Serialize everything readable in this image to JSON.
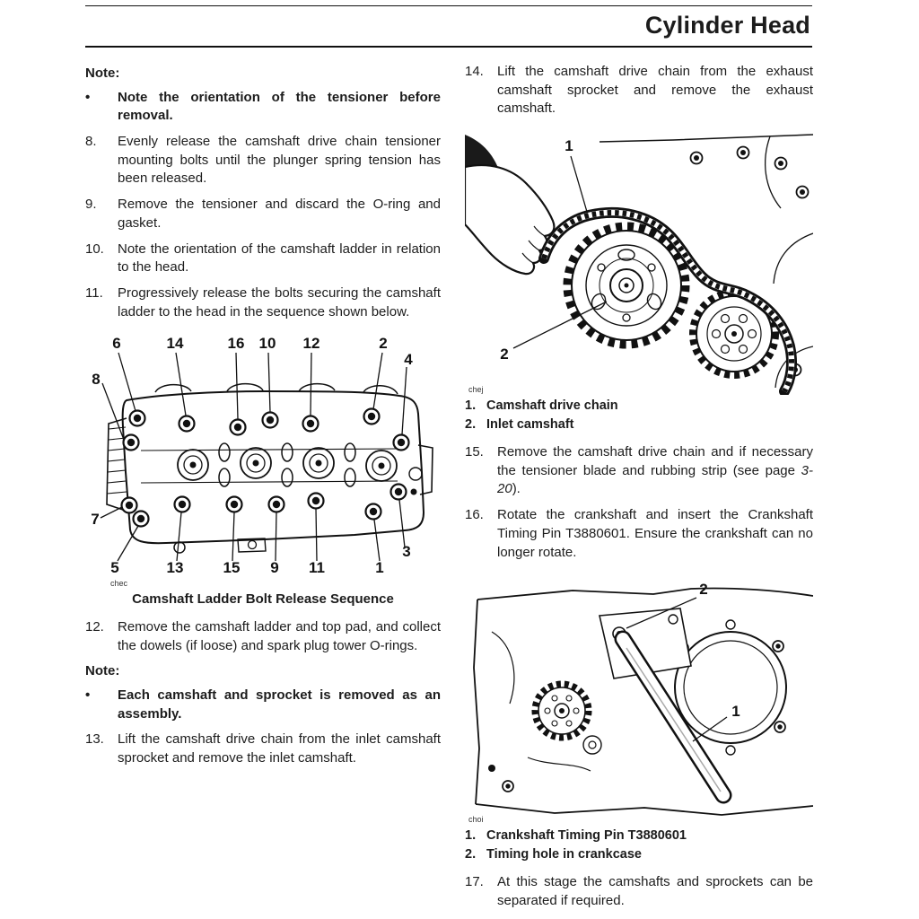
{
  "header": {
    "title": "Cylinder Head"
  },
  "left": {
    "note1": {
      "heading": "Note:",
      "bullet": "•",
      "text": "Note the orientation of the tensioner before removal."
    },
    "steps": [
      {
        "num": "8.",
        "text": "Evenly release the camshaft drive chain tensioner mounting bolts until the plunger spring tension has been released."
      },
      {
        "num": "9.",
        "text": "Remove the tensioner and discard the O-ring and gasket."
      },
      {
        "num": "10.",
        "text": "Note the orientation of the camshaft ladder in relation to the head."
      },
      {
        "num": "11.",
        "text": "Progressively release the bolts securing the camshaft ladder to the head in the sequence shown below."
      }
    ],
    "ladder_figure": {
      "code": "chec",
      "caption": "Camshaft Ladder Bolt Release Sequence",
      "callouts": [
        "6",
        "14",
        "16",
        "10",
        "12",
        "2",
        "4",
        "8",
        "7",
        "5",
        "13",
        "15",
        "9",
        "11",
        "1",
        "3"
      ]
    },
    "step12": {
      "num": "12.",
      "text": "Remove the camshaft ladder and top pad, and collect the dowels (if loose) and spark plug tower O-rings."
    },
    "note2": {
      "heading": "Note:",
      "bullet": "•",
      "text": "Each camshaft and sprocket is removed as an assembly."
    },
    "step13": {
      "num": "13.",
      "text": "Lift the camshaft drive chain from the inlet camshaft sprocket and remove the inlet camshaft."
    }
  },
  "right": {
    "step14": {
      "num": "14.",
      "text": "Lift the camshaft drive chain from the exhaust camshaft sprocket and remove the exhaust camshaft."
    },
    "chain_figure": {
      "code": "chej",
      "callouts": [
        "1",
        "2"
      ],
      "key": [
        {
          "num": "1.",
          "text": "Camshaft drive chain"
        },
        {
          "num": "2.",
          "text": "Inlet camshaft"
        }
      ]
    },
    "step15": {
      "num": "15.",
      "text_before": "Remove the camshaft drive chain and if necessary the tensioner blade and rubbing strip (see page ",
      "italic": "3-20",
      "text_after": ")."
    },
    "step16": {
      "num": "16.",
      "text": "Rotate the crankshaft and insert the Crankshaft Timing Pin T3880601. Ensure the crankshaft can no longer rotate."
    },
    "pin_figure": {
      "code": "choi",
      "callouts": [
        "1",
        "2"
      ],
      "key": [
        {
          "num": "1.",
          "text": "Crankshaft Timing Pin T3880601"
        },
        {
          "num": "2.",
          "text": "Timing hole in crankcase"
        }
      ]
    },
    "step17": {
      "num": "17.",
      "text": "At this stage the camshafts and sprockets can be separated if required."
    }
  }
}
